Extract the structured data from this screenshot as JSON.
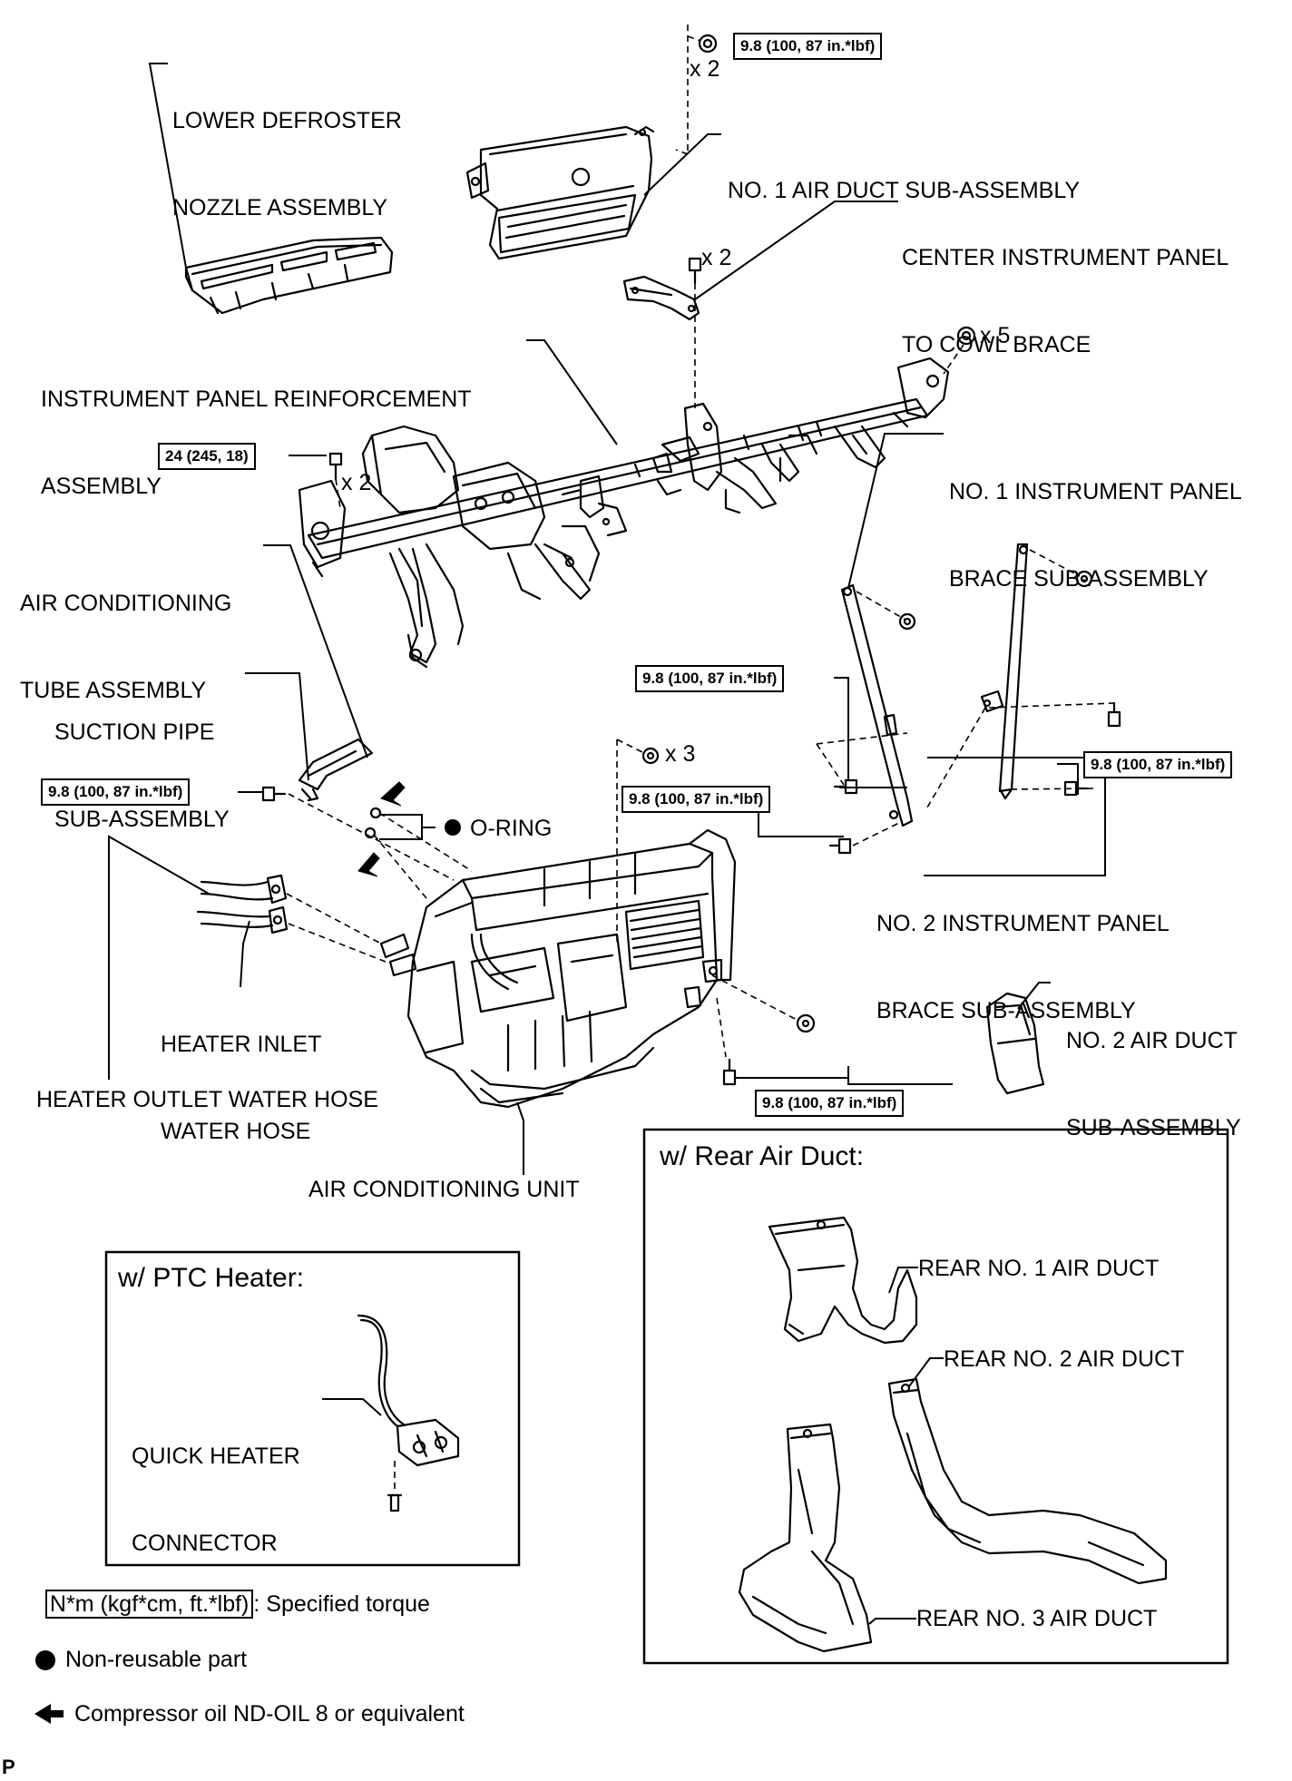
{
  "labels": {
    "lower_defroster": [
      "LOWER DEFROSTER",
      "NOZZLE ASSEMBLY"
    ],
    "no1_air_duct": [
      "NO. 1 AIR DUCT SUB-ASSEMBLY"
    ],
    "center_brace": [
      "CENTER INSTRUMENT PANEL",
      "TO COWL BRACE"
    ],
    "reinforcement": [
      "INSTRUMENT PANEL REINFORCEMENT",
      "ASSEMBLY"
    ],
    "no1_brace": [
      "NO. 1 INSTRUMENT PANEL",
      "BRACE SUB-ASSEMBLY"
    ],
    "ac_tube": [
      "AIR CONDITIONING",
      "TUBE ASSEMBLY"
    ],
    "suction_pipe": [
      "SUCTION PIPE",
      "SUB-ASSEMBLY"
    ],
    "o_ring": "O-RING",
    "no2_brace": [
      "NO. 2 INSTRUMENT PANEL",
      "BRACE SUB-ASSEMBLY"
    ],
    "heater_inlet": [
      "HEATER INLET",
      "WATER HOSE"
    ],
    "no2_air_duct": [
      "NO. 2 AIR DUCT",
      "SUB-ASSEMBLY"
    ],
    "heater_outlet": "HEATER OUTLET WATER HOSE",
    "ac_unit": "AIR CONDITIONING UNIT",
    "quick_heater": [
      "QUICK HEATER",
      "CONNECTOR"
    ],
    "rear_no1": "REAR NO. 1 AIR DUCT",
    "rear_no2": "REAR NO. 2 AIR DUCT",
    "rear_no3": "REAR NO. 3 AIR DUCT"
  },
  "counts": {
    "x2_top": "x 2",
    "x2_brace": "x 2",
    "x5": "x 5",
    "x2_left": "x 2",
    "x3": "x 3"
  },
  "torques": {
    "t_top": "9.8 (100, 87 in.*lbf)",
    "t_24": "24 (245, 18)",
    "t_mid": "9.8 (100, 87 in.*lbf)",
    "t_left": "9.8 (100, 87 in.*lbf)",
    "t_x3": "9.8 (100, 87 in.*lbf)",
    "t_right": "9.8 (100, 87 in.*lbf)",
    "t_bottom": "9.8 (100, 87 in.*lbf)"
  },
  "boxes": {
    "ptc_title": "w/ PTC Heater:",
    "rear_title": "w/ Rear Air Duct:"
  },
  "legend": {
    "torque_units": "N*m (kgf*cm, ft.*lbf)",
    "torque_desc": ": Specified torque",
    "non_reusable": "Non-reusable part",
    "compressor_oil": "Compressor oil ND-OIL 8 or equivalent"
  },
  "corner_mark": "P"
}
